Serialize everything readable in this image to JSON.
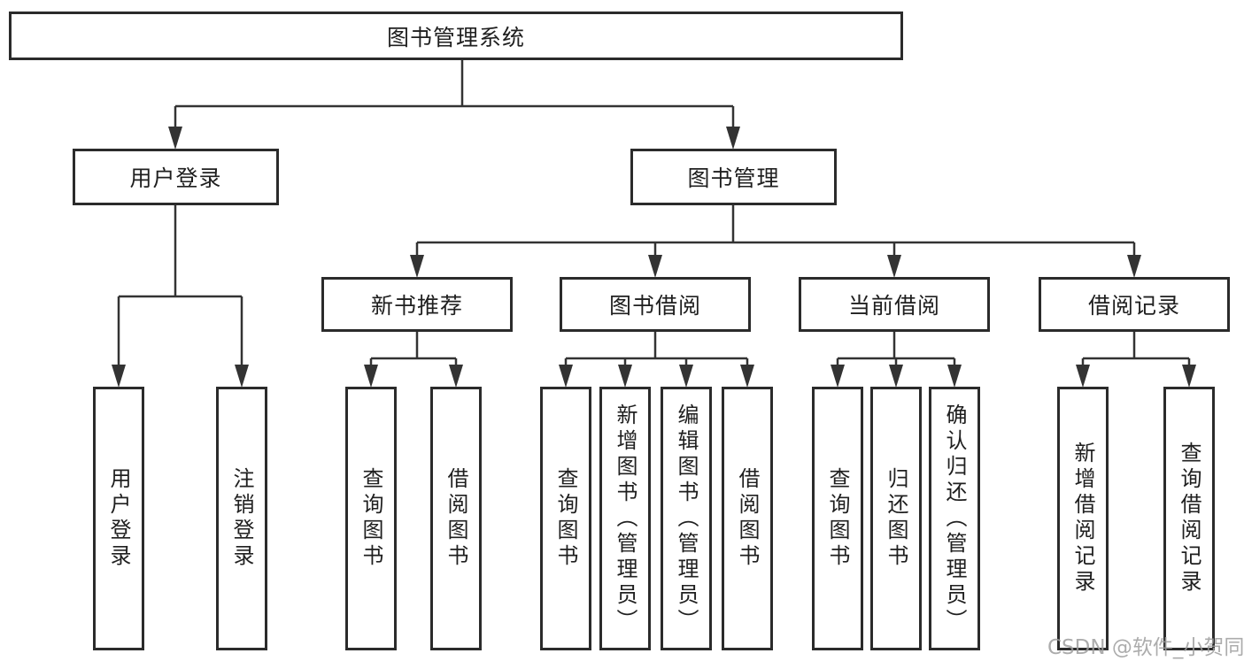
{
  "diagram": {
    "root": {
      "label": "图书管理系统"
    },
    "level2": [
      {
        "id": "user-login",
        "label": "用户登录"
      },
      {
        "id": "book-management",
        "label": "图书管理"
      }
    ],
    "level3": [
      {
        "id": "new-book-recommend",
        "parent": "book-management",
        "label": "新书推荐"
      },
      {
        "id": "book-borrowing",
        "parent": "book-management",
        "label": "图书借阅"
      },
      {
        "id": "current-borrowing",
        "parent": "book-management",
        "label": "当前借阅"
      },
      {
        "id": "borrowing-records",
        "parent": "book-management",
        "label": "借阅记录"
      }
    ],
    "leaves": [
      {
        "parent": "user-login",
        "label": "用户登录"
      },
      {
        "parent": "user-login",
        "label": "注销登录"
      },
      {
        "parent": "new-book-recommend",
        "label": "查询图书"
      },
      {
        "parent": "new-book-recommend",
        "label": "借阅图书"
      },
      {
        "parent": "book-borrowing",
        "label": "查询图书"
      },
      {
        "parent": "book-borrowing",
        "label": "新增图书（管理员）"
      },
      {
        "parent": "book-borrowing",
        "label": "编辑图书（管理员）"
      },
      {
        "parent": "book-borrowing",
        "label": "借阅图书"
      },
      {
        "parent": "current-borrowing",
        "label": "查询图书"
      },
      {
        "parent": "current-borrowing",
        "label": "归还图书"
      },
      {
        "parent": "current-borrowing",
        "label": "确认归还（管理员）"
      },
      {
        "parent": "borrowing-records",
        "label": "新增借阅记录"
      },
      {
        "parent": "borrowing-records",
        "label": "查询借阅记录"
      }
    ],
    "watermark": "CSDN @软件_小贺同学",
    "colors": {
      "line": "#333333",
      "box_border": "#2b2b2b",
      "box_fill": "#ffffff",
      "text": "#1f1f1f",
      "background": "#ffffff",
      "watermark": "#9e9e9e"
    }
  }
}
